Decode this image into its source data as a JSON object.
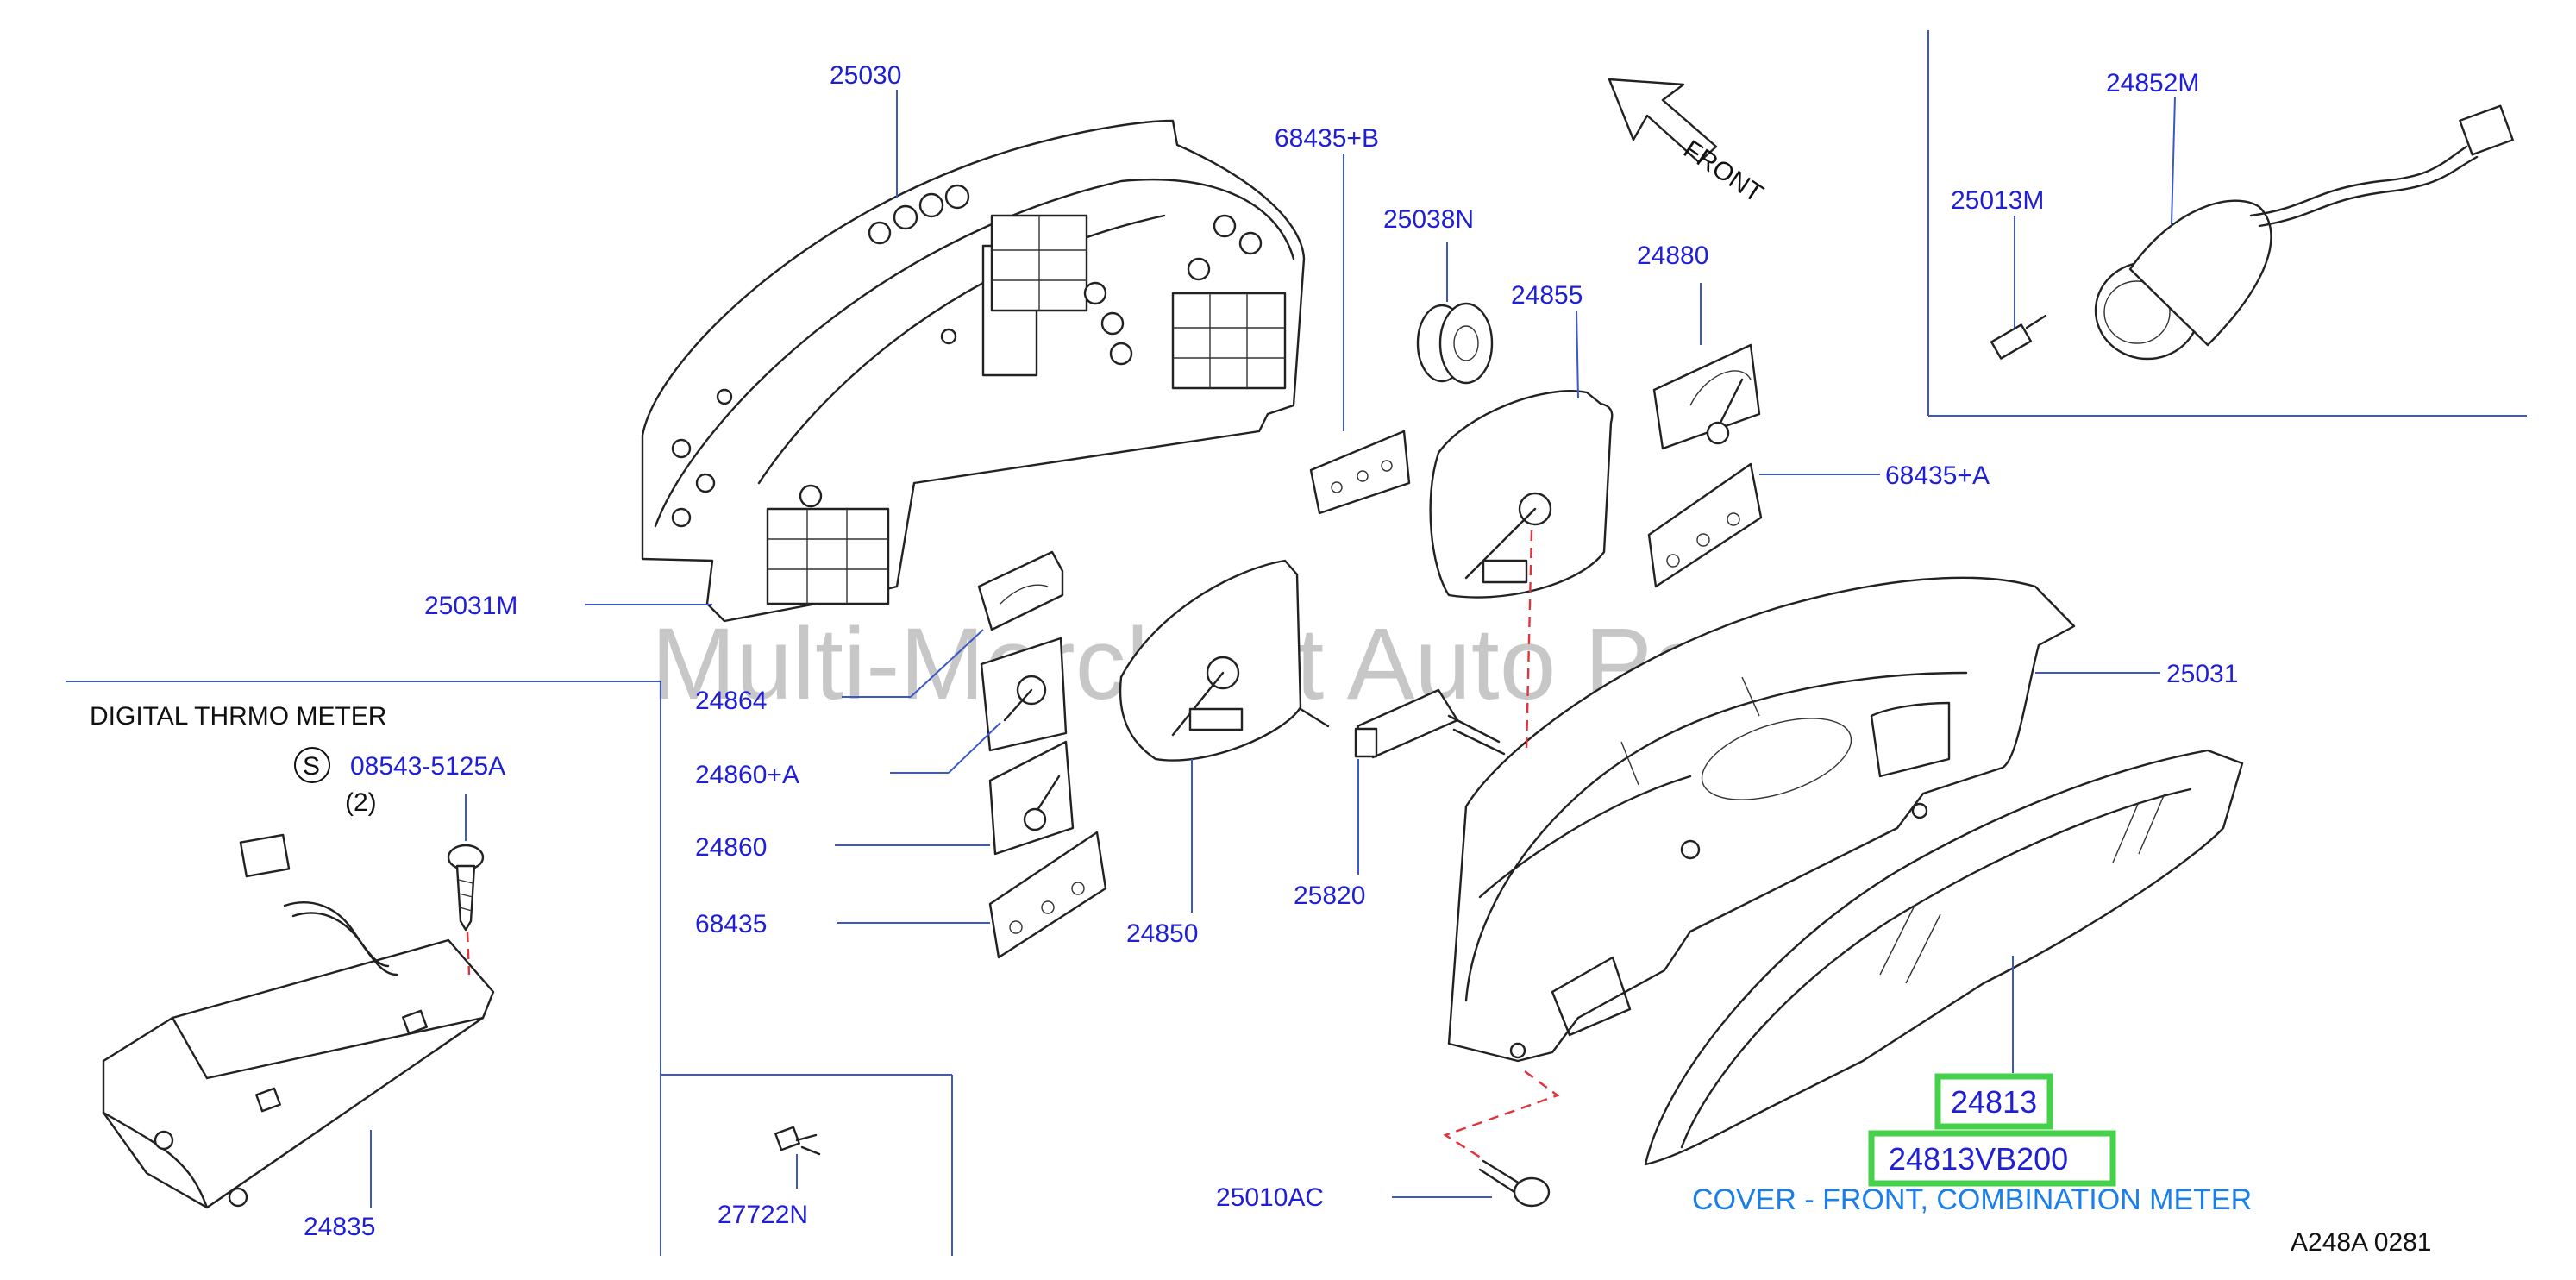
{
  "diagram": {
    "front_label": "FRONT",
    "watermark": "Multi-Merchant Auto Partstore",
    "section_title": "DIGITAL THRMO METER",
    "screw_marker": "S",
    "screw_qty": "(2)",
    "part_numbers": {
      "p25030": "25030",
      "p68435b": "68435+B",
      "p25038n": "25038N",
      "p24855": "24855",
      "p24880": "24880",
      "p68435a": "68435+A",
      "p24852m": "24852M",
      "p25013m": "25013M",
      "p25031m": "25031M",
      "p24864": "24864",
      "p24860a": "24860+A",
      "p24860": "24860",
      "p68435": "68435",
      "p24850": "24850",
      "p25820": "25820",
      "p25031": "25031",
      "p08543": "08543-5125A",
      "p24835": "24835",
      "p27722n": "27722N",
      "p25010ac": "25010AC",
      "p24813": "24813",
      "p24813vb200": "24813VB200"
    },
    "description": "COVER - FRONT, COMBINATION METER",
    "diagram_code": "A248A  0281",
    "colors": {
      "label": "#1f1fd6",
      "highlight_box": "#45d24a",
      "description": "#1a7fe8",
      "dashed_line": "#e0343b"
    }
  }
}
